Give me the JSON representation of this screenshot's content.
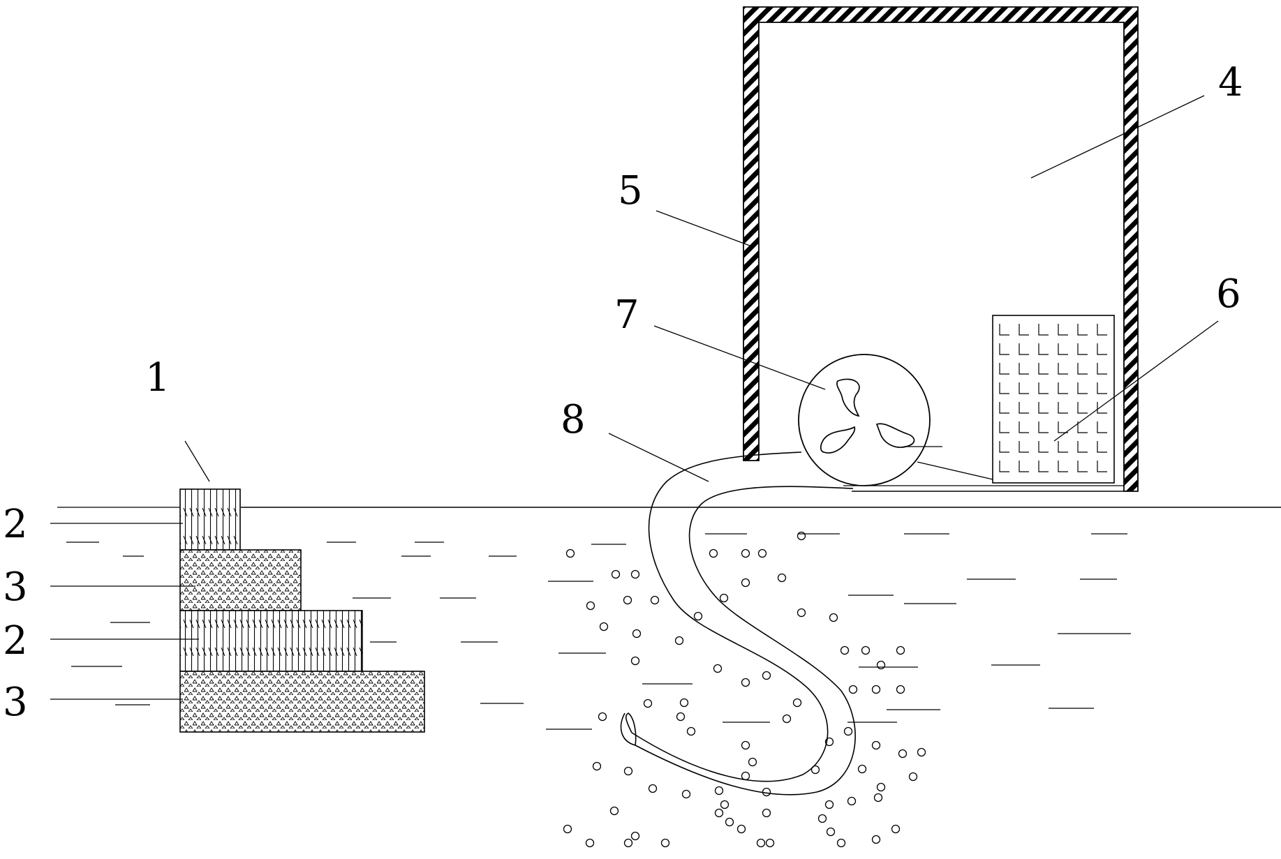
{
  "labels": {
    "l1": "1",
    "l2a": "2",
    "l3a": "3",
    "l2b": "2",
    "l3b": "3",
    "l4": "4",
    "l5": "5",
    "l6": "6",
    "l7": "7",
    "l8": "8"
  },
  "icons": {
    "fan": "three-blade-fan-icon",
    "grid": "grid-filter-icon"
  },
  "colors": {
    "ink": "#000000",
    "paper": "#ffffff"
  }
}
